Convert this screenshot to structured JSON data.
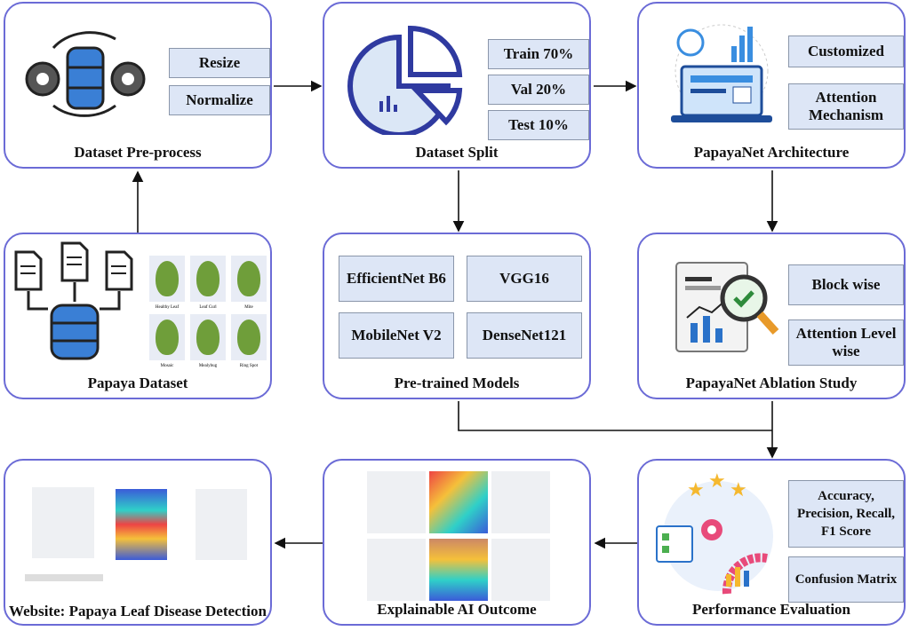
{
  "colors": {
    "border": "#6b6bd6",
    "pill": "#dde6f6",
    "arrow": "#111111"
  },
  "boxes": {
    "preprocess": {
      "title": "Dataset Pre-process",
      "pills": [
        "Resize",
        "Normalize"
      ],
      "icon": "database-gears-icon"
    },
    "split": {
      "title": "Dataset Split",
      "pills": [
        "Train 70%",
        "Val 20%",
        "Test 10%"
      ],
      "icon": "pie-chart-icon"
    },
    "architecture": {
      "title": "PapayaNet Architecture",
      "pills": [
        "Customized",
        "Attention Mechanism"
      ],
      "icon": "laptop-analytics-icon"
    },
    "dataset": {
      "title": "Papaya Dataset",
      "leaves": [
        "Healthy Leaf",
        "Leaf Curl",
        "Mite",
        "Mosaic",
        "Mealybug",
        "Ring Spot"
      ],
      "icon": "documents-database-icon"
    },
    "pretrained": {
      "title": "Pre-trained Models",
      "pills": [
        "EfficientNet B6",
        "VGG16",
        "MobileNet V2",
        "DenseNet121"
      ]
    },
    "ablation": {
      "title": "PapayaNet Ablation Study",
      "pills": [
        "Block wise",
        "Attention Level wise"
      ],
      "icon": "report-magnifier-icon"
    },
    "website": {
      "title": "Website: Papaya Leaf Disease Detection"
    },
    "xai": {
      "title": "Explainable AI Outcome"
    },
    "evaluation": {
      "title": "Performance Evaluation",
      "pills": [
        "Accuracy, Precision, Recall, F1 Score",
        "Confusion Matrix"
      ],
      "icon": "rating-analytics-icon"
    }
  }
}
